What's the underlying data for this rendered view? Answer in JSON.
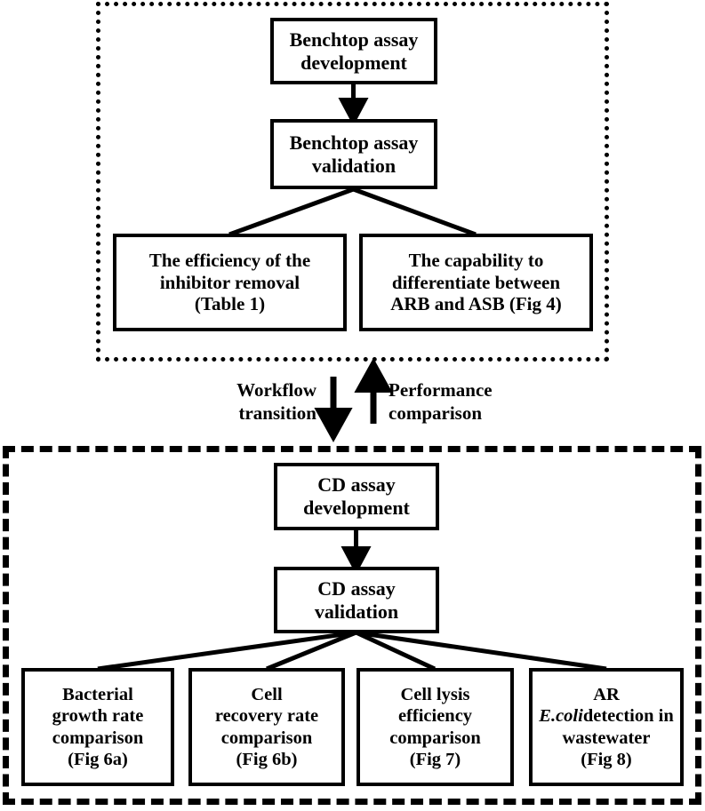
{
  "figure": {
    "title": "Benchtop and CD assay development and validation workflow",
    "line_color": "#000000",
    "background": "#ffffff"
  },
  "chart_data": {
    "type": "diagram",
    "title": "Benchtop and CD assay development and validation workflow",
    "groups": [
      {
        "id": "benchtop",
        "border_style": "dotted",
        "nodes": [
          {
            "id": "benchtop-development",
            "label": "Benchtop assay\ndevelopment",
            "level": 1
          },
          {
            "id": "benchtop-validation",
            "label": "Benchtop assay\nvalidation",
            "level": 2
          },
          {
            "id": "inhibitor-removal",
            "label": "The efficiency of the\ninhibitor removal\n(Table 1)",
            "level": 3
          },
          {
            "id": "arb-asb-differentiation",
            "label": "The capability to\ndifferentiate between\nARB and ASB (Fig 4)",
            "level": 3
          }
        ],
        "edges": [
          {
            "from": "benchtop-development",
            "to": "benchtop-validation",
            "type": "arrow"
          },
          {
            "from": "benchtop-validation",
            "to": "inhibitor-removal",
            "type": "line"
          },
          {
            "from": "benchtop-validation",
            "to": "arb-asb-differentiation",
            "type": "line"
          }
        ]
      },
      {
        "id": "cd",
        "border_style": "dashed",
        "nodes": [
          {
            "id": "cd-development",
            "label": "CD assay\ndevelopment",
            "level": 1
          },
          {
            "id": "cd-validation",
            "label": "CD assay\nvalidation",
            "level": 2
          },
          {
            "id": "bacterial-growth-rate",
            "label": "Bacterial\ngrowth rate\ncomparison\n(Fig 6a)",
            "level": 3
          },
          {
            "id": "cell-recovery-rate",
            "label": "Cell\nrecovery rate\ncomparison\n(Fig 6b)",
            "level": 3
          },
          {
            "id": "cell-lysis-efficiency",
            "label": "Cell lysis\nefficiency\ncomparison\n(Fig 7)",
            "level": 3
          },
          {
            "id": "ar-ecoli-detection",
            "label_prefix": "AR ",
            "label_italic": "E.coli",
            "label_suffix": "\ndetection in\nwastewater\n(Fig 8)",
            "level": 3
          }
        ],
        "edges": [
          {
            "from": "cd-development",
            "to": "cd-validation",
            "type": "arrow"
          },
          {
            "from": "cd-validation",
            "to": "bacterial-growth-rate",
            "type": "line"
          },
          {
            "from": "cd-validation",
            "to": "cell-recovery-rate",
            "type": "line"
          },
          {
            "from": "cd-validation",
            "to": "cell-lysis-efficiency",
            "type": "line"
          },
          {
            "from": "cd-validation",
            "to": "ar-ecoli-detection",
            "type": "line"
          }
        ]
      }
    ],
    "inter_group_edges": [
      {
        "id": "workflow-transition",
        "label": "Workflow\ntransition",
        "direction": "down",
        "from": "benchtop",
        "to": "cd"
      },
      {
        "id": "performance-comparison",
        "label": "Performance\ncomparison",
        "direction": "up",
        "from": "cd",
        "to": "benchtop"
      }
    ]
  },
  "benchtop_group": {
    "development": "Benchtop assay\ndevelopment",
    "validation": "Benchtop assay\nvalidation",
    "leaf_left": "The efficiency of the\ninhibitor removal\n(Table 1)",
    "leaf_right": "The capability to\ndifferentiate between\nARB and ASB (Fig 4)"
  },
  "transition": {
    "down_label": "Workflow\ntransition",
    "up_label": "Performance\ncomparison"
  },
  "cd_group": {
    "development": "CD assay\ndevelopment",
    "validation": "CD assay\nvalidation",
    "leaf_1": "Bacterial\ngrowth rate\ncomparison\n(Fig 6a)",
    "leaf_2": "Cell\nrecovery rate\ncomparison\n(Fig 6b)",
    "leaf_3": "Cell lysis\nefficiency\ncomparison\n(Fig 7)",
    "leaf_4_prefix": "AR ",
    "leaf_4_italic": "E.coli",
    "leaf_4_suffix": "detection in\nwastewater\n(Fig 8)"
  }
}
